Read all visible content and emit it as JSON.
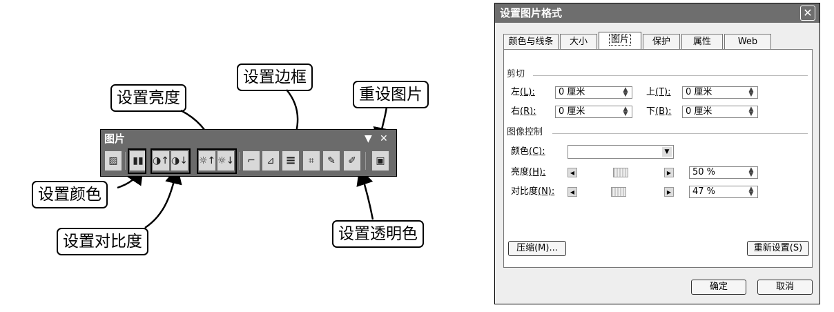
{
  "callouts": {
    "brightness": "设置亮度",
    "border": "设置边框",
    "reset": "重设图片",
    "color": "设置颜色",
    "contrast": "设置对比度",
    "transparent": "设置透明色"
  },
  "toolbar": {
    "title": "图片",
    "buttons": [
      {
        "icon": "insert-picture-icon",
        "glyph": "▨"
      },
      {
        "icon": "color-icon",
        "glyph": "▮▮"
      },
      {
        "icon": "more-contrast-icon",
        "glyph": "◑↑"
      },
      {
        "icon": "less-contrast-icon",
        "glyph": "◑↓"
      },
      {
        "icon": "more-brightness-icon",
        "glyph": "☼↑"
      },
      {
        "icon": "less-brightness-icon",
        "glyph": "☼↓"
      },
      {
        "icon": "crop-icon",
        "glyph": "⌐"
      },
      {
        "icon": "rotate-icon",
        "glyph": "⊿"
      },
      {
        "icon": "line-style-icon",
        "glyph": "≡"
      },
      {
        "icon": "compress-icon",
        "glyph": "⌗"
      },
      {
        "icon": "format-picture-icon",
        "glyph": "✎"
      },
      {
        "icon": "set-transparent-color-icon",
        "glyph": "✐"
      },
      {
        "icon": "reset-picture-icon",
        "glyph": "▣"
      }
    ]
  },
  "dialog": {
    "title": "设置图片格式",
    "tabs": [
      "颜色与线条",
      "大小",
      "图片",
      "保护",
      "属性",
      "Web"
    ],
    "active_tab": "图片",
    "crop": {
      "section": "剪切",
      "left_label": "左",
      "left_key": "(L):",
      "left_value": "0 厘米",
      "top_label": "上",
      "top_key": "(T):",
      "top_value": "0 厘米",
      "right_label": "右",
      "right_key": "(R):",
      "right_value": "0 厘米",
      "bottom_label": "下",
      "bottom_key": "(B):",
      "bottom_value": "0 厘米"
    },
    "image_control": {
      "section": "图像控制",
      "color_label": "颜色",
      "color_key": "(C):",
      "color_value": "",
      "brightness_label": "亮度",
      "brightness_key": "(H):",
      "brightness_value": "50 %",
      "brightness": 0.5,
      "contrast_label": "对比度",
      "contrast_key": "(N):",
      "contrast_value": "47 %",
      "contrast": 0.47
    },
    "compress_button": "压缩(M)...",
    "reset_button": "重新设置(S)",
    "ok_button": "确定",
    "cancel_button": "取消"
  }
}
